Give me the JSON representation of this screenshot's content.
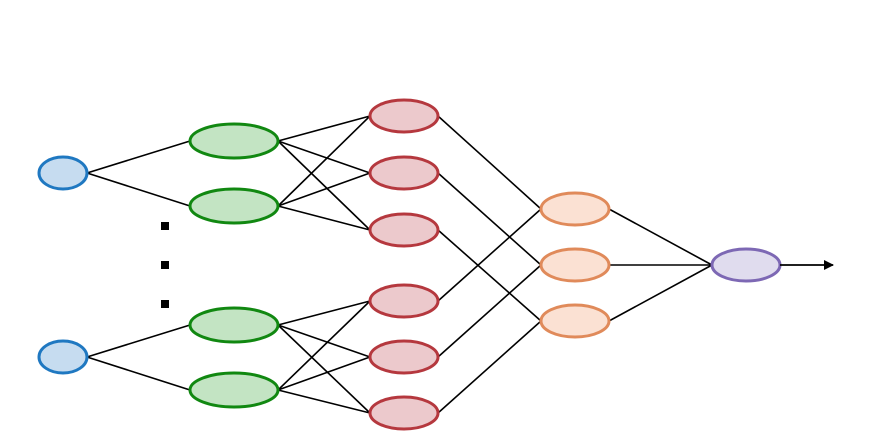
{
  "diagram": {
    "type": "neural-network",
    "layers": [
      {
        "id": "input",
        "node_count": 2,
        "fill": "#c6dcf0",
        "stroke": "#1f78c1"
      },
      {
        "id": "hidden1",
        "node_count": 4,
        "fill": "#c3e4c3",
        "stroke": "#118811"
      },
      {
        "id": "hidden2",
        "node_count": 6,
        "fill": "#ecc9cc",
        "stroke": "#b5383e"
      },
      {
        "id": "hidden3",
        "node_count": 3,
        "fill": "#fbe1d3",
        "stroke": "#e08a5a"
      },
      {
        "id": "output",
        "node_count": 1,
        "fill": "#e0dcee",
        "stroke": "#7d68b4"
      }
    ],
    "ellipsis": "vertical-dots",
    "output_arrow": true,
    "edge_color": "#000000"
  }
}
